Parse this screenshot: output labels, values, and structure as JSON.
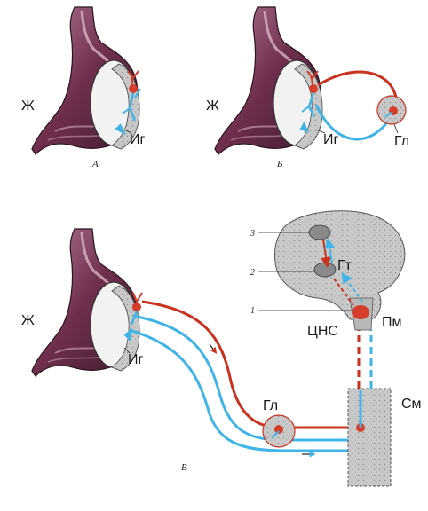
{
  "panels": {
    "a": {
      "letter": "А",
      "stomach_label": "Ж",
      "plexus_label": "Иг"
    },
    "b": {
      "letter": "Б",
      "stomach_label": "Ж",
      "plexus_label": "Иг",
      "ganglion_label": "Гл"
    },
    "c": {
      "letter": "В",
      "stomach_label": "Ж",
      "plexus_label": "Иг",
      "ganglion_label": "Гл",
      "hypothalamus_label": "Гт",
      "cns_label": "ЦНС",
      "medulla_label": "Пм",
      "spinal_label": "См",
      "callouts": [
        "3",
        "2",
        "1"
      ]
    }
  },
  "colors": {
    "afferent": "#3fb4e6",
    "efferent": "#c8321e",
    "stomach": "#7a3a58",
    "stomach_light": "#c99ab0",
    "neuron_red": "#d63c2a",
    "tissue": "#c9c9c9"
  }
}
